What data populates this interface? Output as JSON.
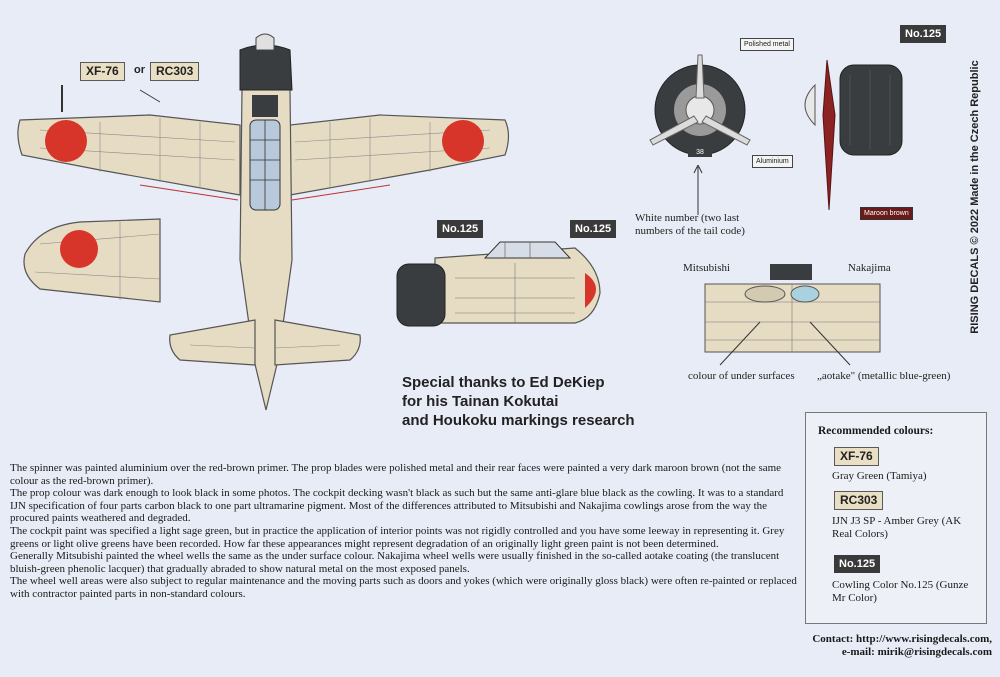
{
  "labels": {
    "xf76": "XF-76",
    "or": "or",
    "rc303": "RC303",
    "no125_a": "No.125",
    "no125_b": "No.125",
    "no125_c": "No.125",
    "polished_metal": "Polished metal",
    "aluminium": "Aluminium",
    "maroon_brown": "Maroon brown",
    "white_number": "White number (two last numbers of the tail code)",
    "mitsubishi": "Mitsubishi",
    "nakajima": "Nakajima",
    "under_surfaces": "colour of under surfaces",
    "aotake": "„aotake\" (metallic blue-green)",
    "cowl_number": "38"
  },
  "thanks": [
    "Special thanks to Ed DeKiep",
    "for his Tainan Kokutai",
    "and Houkoku markings research"
  ],
  "vertical_text": "RISING DECALS  ©  2022  Made in the Czech Republic",
  "notes": [
    "The spinner was painted aluminium over the red-brown primer.  The prop blades were polished metal and their rear faces were painted a very dark maroon brown (not the same colour as the red-brown primer).",
    "The prop colour was dark enough to look black in some photos. The cockpit decking wasn't black as such but the same anti-glare blue black as the cowling.  It was to a standard  IJN specification of four parts carbon black to one part ultramarine pigment. Most of the differences attributed to Mitsubishi and Nakajima cowlings arose from the way the procured paints weathered and degraded.",
    "The cockpit paint was specified a light sage green, but in practice the application of interior points was not rigidly controlled and you have some leeway in representing it. Grey greens or light olive greens have been recorded. How far these appearances might represent degradation of an originally light green paint is not been determined.",
    "Generally Mitsubishi painted the wheel wells the same as the under surface colour. Nakajima wheel wells were usually finished in the so-called aotake coating (the translucent bluish-green phenolic lacquer) that  gradually abraded to show natural metal on the most exposed panels.",
    "The wheel well areas were also subject to regular maintenance and the moving parts such as doors and yokes (which were originally gloss black) were often re-painted or replaced with contractor painted  parts in non-standard colours."
  ],
  "contact": {
    "line1": "Contact: http://www.risingdecals.com,",
    "line2": "e-mail: mirik@risingdecals.com"
  },
  "colours": {
    "title": "Recommended colours:",
    "items": [
      {
        "code": "XF-76",
        "desc": "Gray Green (Tamiya)"
      },
      {
        "code": "RC303",
        "desc": "IJN J3 SP - Amber Grey (AK Real Colors)"
      },
      {
        "code": "No.125",
        "desc": "Cowling Color No.125 (Gunze Mr Color)"
      }
    ]
  },
  "palette": {
    "background": "#e8ecf6",
    "airframe": "#e6dcc4",
    "hinomaru": "#d8352a",
    "cowling": "#3a3d40",
    "maroon": "#6b1a1a"
  }
}
